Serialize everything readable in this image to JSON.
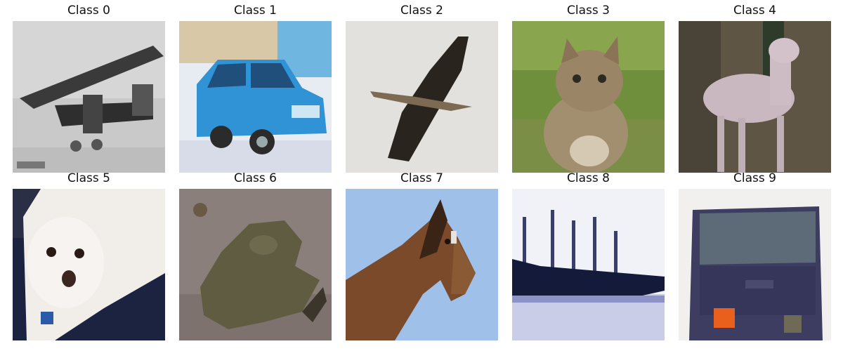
{
  "figure": {
    "panels": [
      {
        "title": "Class 0",
        "subject": "airplane"
      },
      {
        "title": "Class 1",
        "subject": "automobile"
      },
      {
        "title": "Class 2",
        "subject": "bird"
      },
      {
        "title": "Class 3",
        "subject": "cat"
      },
      {
        "title": "Class 4",
        "subject": "deer"
      },
      {
        "title": "Class 5",
        "subject": "dog"
      },
      {
        "title": "Class 6",
        "subject": "frog"
      },
      {
        "title": "Class 7",
        "subject": "horse"
      },
      {
        "title": "Class 8",
        "subject": "ship"
      },
      {
        "title": "Class 9",
        "subject": "truck"
      }
    ]
  }
}
